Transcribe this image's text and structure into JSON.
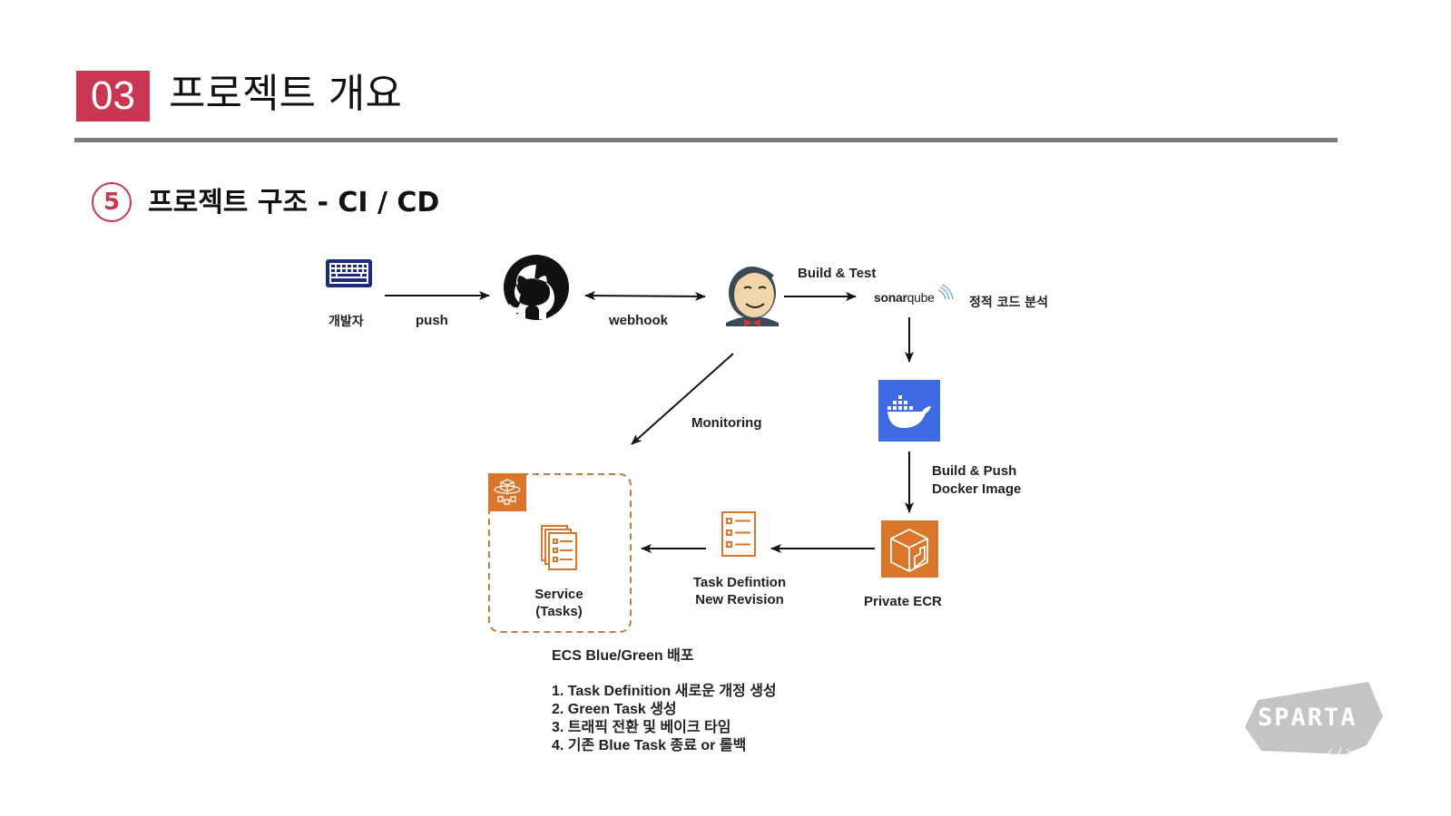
{
  "header": {
    "section_number": "03",
    "title": "프로젝트 개요"
  },
  "subsection": {
    "number": "5",
    "title": "프로젝트 구조 - CI / CD"
  },
  "diagram": {
    "nodes": {
      "developer": {
        "label": "개발자",
        "icon": "keyboard-icon"
      },
      "github": {
        "label": "",
        "icon": "github-icon"
      },
      "jenkins": {
        "label": "",
        "icon": "jenkins-icon"
      },
      "sonarqube": {
        "label": "sonarqube",
        "icon": "sonarqube-logo",
        "note": "정적 코드 분석"
      },
      "docker": {
        "label": "",
        "icon": "docker-icon"
      },
      "ecr": {
        "label": "Private ECR",
        "icon": "ecr-icon"
      },
      "task_definition": {
        "label_line1": "Task Defintion",
        "label_line2": "New Revision",
        "icon": "task-definition-icon"
      },
      "service": {
        "label_line1": "Service",
        "label_line2": "(Tasks)",
        "icon": "service-tasks-icon",
        "group_icon": "ecs-cluster-icon"
      }
    },
    "edges": {
      "push": "push",
      "webhook": "webhook",
      "build_test": "Build & Test",
      "monitoring": "Monitoring",
      "build_push_line1": "Build & Push",
      "build_push_line2": "Docker Image"
    },
    "colors": {
      "docker_blue": "#3d6ae0",
      "aws_orange": "#d9762a",
      "keyboard_navy": "#1e2a7a",
      "accent_red": "#c8364f"
    }
  },
  "deployment": {
    "heading": "ECS Blue/Green 배포",
    "steps": [
      "1. Task Definition 새로운 개정 생성",
      "2. Green Task 생성",
      "3. 트래픽 전환 및 베이크 타임",
      "4. 기존 Blue Task 종료 or 롤백"
    ]
  },
  "watermark": {
    "brand": "SPARTA"
  }
}
